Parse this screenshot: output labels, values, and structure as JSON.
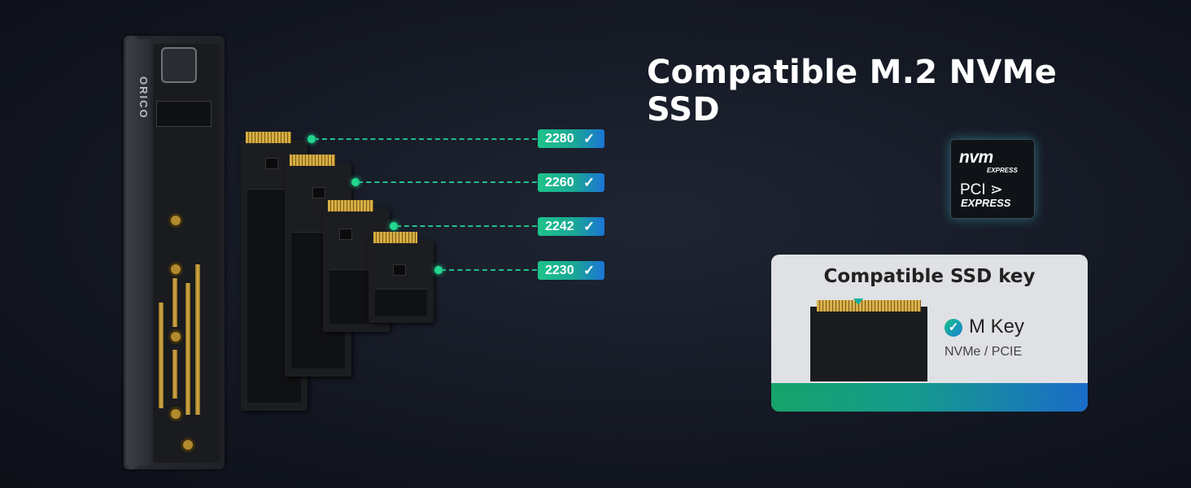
{
  "title": "Compatible M.2 NVMe SSD",
  "brand": "ORICO",
  "sizes": [
    {
      "label": "2280",
      "check": "✓"
    },
    {
      "label": "2260",
      "check": "✓"
    },
    {
      "label": "2242",
      "check": "✓"
    },
    {
      "label": "2230",
      "check": "✓"
    }
  ],
  "nvme_logo": {
    "nvm": "nvm",
    "express_small": "EXPRESS",
    "pci": "PCI",
    "express": "EXPRESS"
  },
  "key_panel": {
    "title": "Compatible SSD key",
    "key_label": "M Key",
    "key_sub": "NVMe / PCIE",
    "check": "✓"
  },
  "colors": {
    "accent_green": "#1ec38a",
    "accent_blue": "#1b74d6",
    "background": "#141823"
  }
}
